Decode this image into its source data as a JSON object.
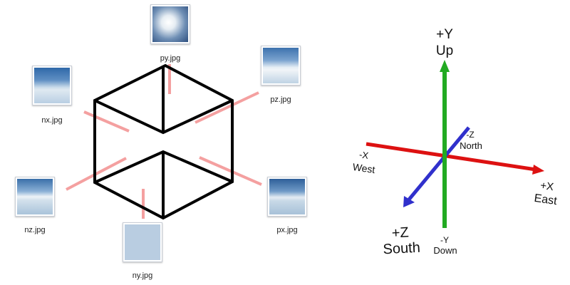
{
  "files": {
    "py": "py.jpg",
    "nx": "nx.jpg",
    "pz": "pz.jpg",
    "nz": "nz.jpg",
    "px": "px.jpg",
    "ny": "ny.jpg"
  },
  "axes": {
    "plus_y": "+Y",
    "up": "Up",
    "minus_z": "-Z",
    "north": "North",
    "minus_x": "-X",
    "west": "West",
    "plus_x": "+X",
    "east": "East",
    "plus_z": "+Z",
    "south": "South",
    "minus_y": "-Y",
    "down": "Down"
  },
  "colors": {
    "y_axis": "#22aa22",
    "x_axis": "#dd1111",
    "z_axis": "#3333cc",
    "guide": "#f4a0a0",
    "cube": "#000000"
  }
}
